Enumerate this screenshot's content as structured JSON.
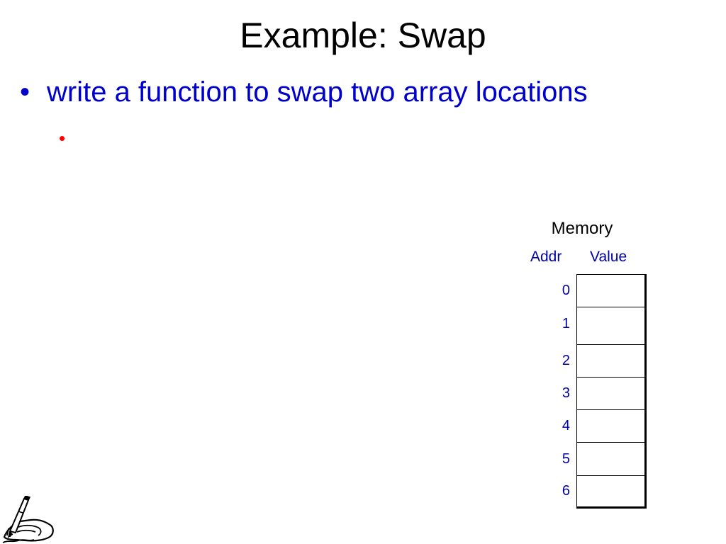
{
  "slide": {
    "title": "Example: Swap",
    "bullet_marker": "•",
    "bullet_text": "write a function to swap two array locations",
    "sub_bullet_marker": "•"
  },
  "memory": {
    "title": "Memory",
    "addr_header": "Addr",
    "value_header": "Value",
    "rows": [
      {
        "addr": "0",
        "value": ""
      },
      {
        "addr": "1",
        "value": ""
      },
      {
        "addr": "2",
        "value": ""
      },
      {
        "addr": "3",
        "value": ""
      },
      {
        "addr": "4",
        "value": ""
      },
      {
        "addr": "5",
        "value": ""
      },
      {
        "addr": "6",
        "value": ""
      }
    ]
  },
  "colors": {
    "title_text": "#000000",
    "bullet_text": "#0000cc",
    "sub_bullet": "#ff0000",
    "label_text": "#0000aa"
  },
  "icons": {
    "logo": "hand-writing-logo-icon"
  }
}
